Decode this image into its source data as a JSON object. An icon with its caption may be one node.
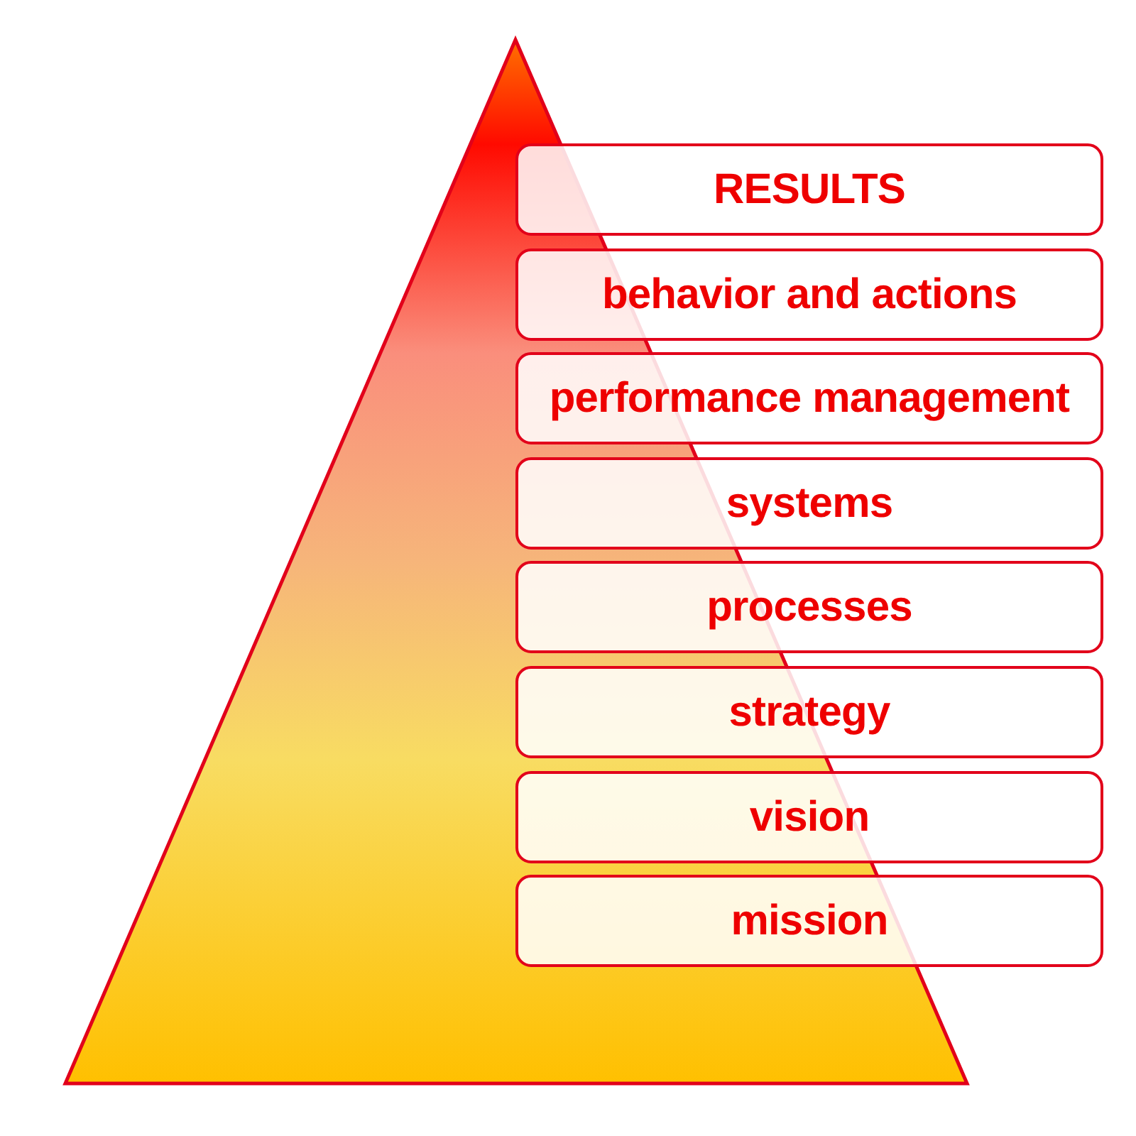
{
  "diagram": {
    "nodes": [
      {
        "text": [
          "RESULTS"
        ]
      },
      {
        "text": [
          "behavior and actions"
        ]
      },
      {
        "text": [
          "performance management"
        ]
      },
      {
        "text": [
          "systems"
        ]
      },
      {
        "text": [
          "processes"
        ]
      },
      {
        "text": [
          "strategy"
        ]
      },
      {
        "text": [
          "vision"
        ]
      },
      {
        "text": [
          "mission"
        ]
      }
    ]
  }
}
